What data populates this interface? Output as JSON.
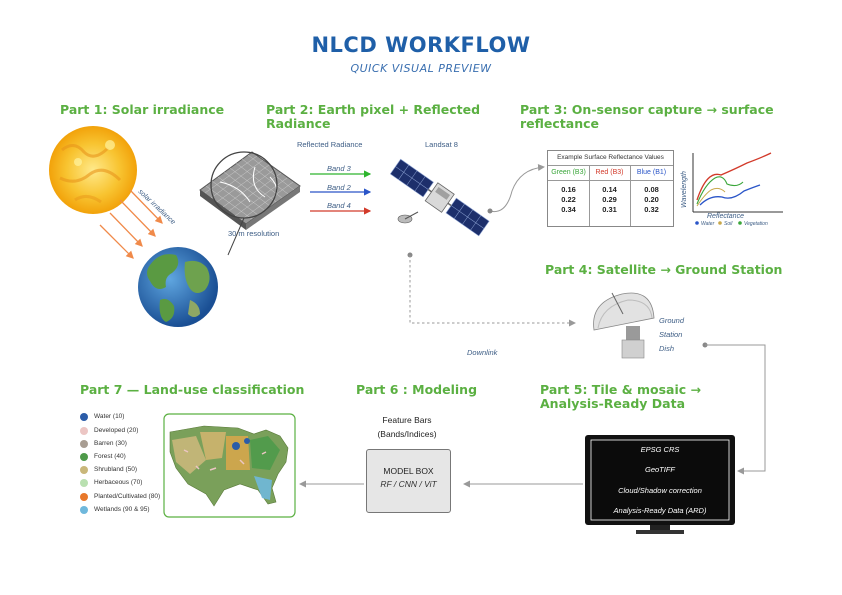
{
  "header": {
    "title": "NLCD WORKFLOW",
    "subtitle": "QUICK VISUAL PREVIEW"
  },
  "parts": {
    "p1": "Part 1:  Solar irradiance",
    "p2_l1": "Part 2:  Earth pixel + Reflected",
    "p2_l2": "Radiance",
    "p3_l1": "Part 3: On-sensor capture → surface",
    "p3_l2": "reflectance",
    "p4": "Part 4:  Satellite → Ground Station",
    "p5_l1": "Part 5: Tile & mosaic →",
    "p5_l2": "Analysis-Ready Data",
    "p6": "Part 6 : Modeling",
    "p7": "Part 7 — Land-use classification"
  },
  "labels": {
    "solar_irradiance": "solar irradiance",
    "reflected_radiance": "Reflected Radiance",
    "landsat": "Landsat 8",
    "resolution": "30 m resolution",
    "band3": "Band 3",
    "band2": "Band 2",
    "band4": "Band 4",
    "downlink": "Downlink",
    "ground1": "Ground",
    "ground2": "Station",
    "ground3": "Dish",
    "feature_bars1": "Feature Bars",
    "feature_bars2": "(Bands/Indices)",
    "model_box": "MODEL BOX",
    "model_types": "RF / CNN / ViT",
    "wavelength": "Wavelength",
    "reflectance": "Reflectance",
    "water": "Water",
    "soil": "Soil",
    "vegetation": "Vegetation"
  },
  "reflectance_table": {
    "title": "Example Surface Reflectance Values",
    "columns": [
      {
        "header": "Green (B3)",
        "color": "#3aa63a",
        "values": [
          "0.16",
          "0.22",
          "0.34"
        ]
      },
      {
        "header": "Red (B3)",
        "color": "#d23a2a",
        "values": [
          "0.14",
          "0.29",
          "0.31"
        ]
      },
      {
        "header": "Blue (B1)",
        "color": "#2a55c8",
        "values": [
          "0.08",
          "0.20",
          "0.32"
        ]
      }
    ]
  },
  "monitor": {
    "lines": [
      "EPSG CRS",
      "GeoTIFF",
      "Cloud/Shadow correction",
      "Analysis-Ready Data (ARD)"
    ]
  },
  "legend": [
    {
      "label": "Water (10)",
      "color": "#2b5ca8"
    },
    {
      "label": "Developed (20)",
      "color": "#ecc6c4"
    },
    {
      "label": "Barren (30)",
      "color": "#a89d92"
    },
    {
      "label": "Forest (40)",
      "color": "#4e9a4a"
    },
    {
      "label": "Shrubland (50)",
      "color": "#c9b77a"
    },
    {
      "label": "Herbaceous (70)",
      "color": "#b9e0b0"
    },
    {
      "label": "Planted/Cultivated (80)",
      "color": "#e8782a"
    },
    {
      "label": "Wetlands (90 & 95)",
      "color": "#6fb8dc"
    }
  ],
  "colors": {
    "title": "#1f5fa8",
    "part_heading": "#5bb042",
    "band3": "#2db52d",
    "band2": "#2a55c8",
    "band4": "#d23a2a"
  }
}
